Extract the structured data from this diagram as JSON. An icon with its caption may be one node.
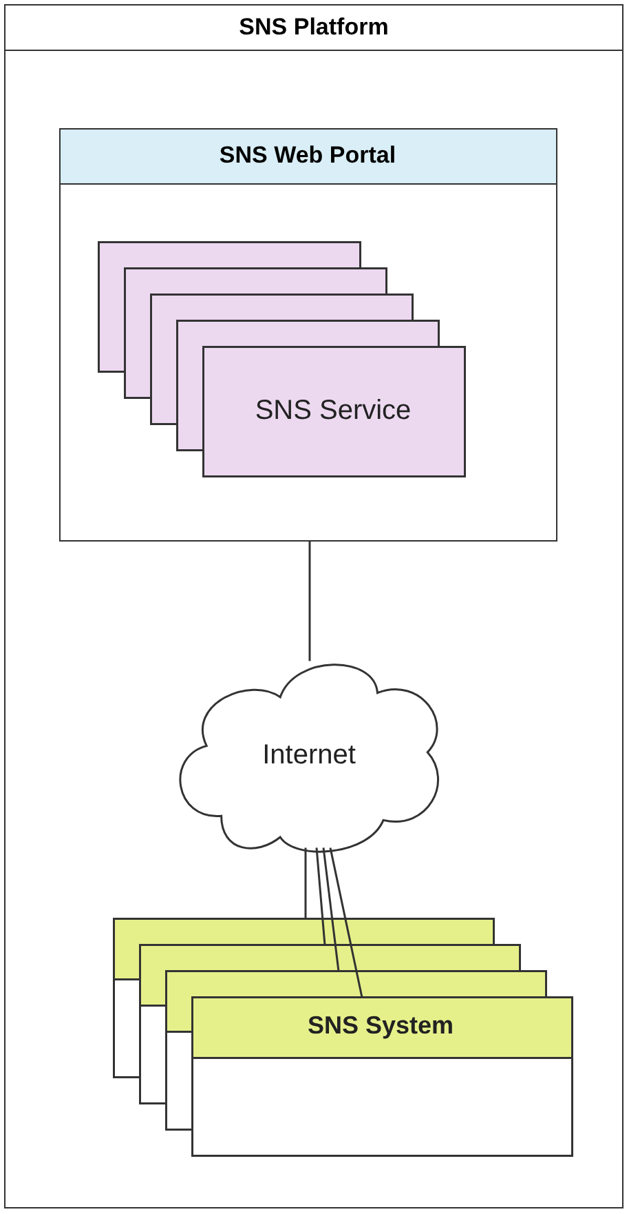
{
  "diagram": {
    "nodes": [
      {
        "text": [
          "SNS Platform"
        ]
      },
      {
        "text": [
          "SNS Web Portal"
        ],
        "in": 0
      },
      {
        "text": [
          "SNS Service"
        ],
        "in": 1
      },
      {
        "text": [
          "Internet"
        ],
        "in": 0
      },
      {
        "text": [
          "SNS System"
        ],
        "in": 0
      }
    ],
    "edges": [
      {
        "from": 1,
        "to": 3,
        "arrow": "none"
      },
      {
        "from": 3,
        "to": 4,
        "arrow": "none"
      },
      {
        "from": 3,
        "to": 4,
        "arrow": "none"
      },
      {
        "from": 3,
        "to": 4,
        "arrow": "none"
      },
      {
        "from": 3,
        "to": 4,
        "arrow": "none"
      }
    ]
  }
}
